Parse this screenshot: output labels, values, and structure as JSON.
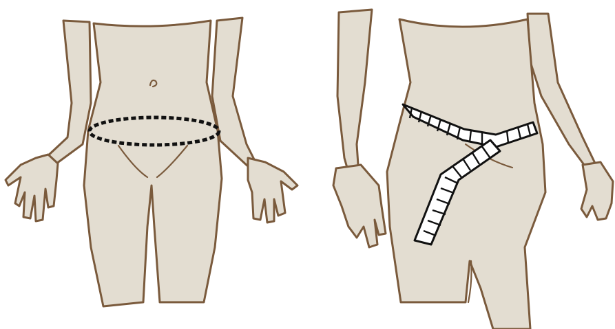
{
  "colors": {
    "skin": "#e3ddd1",
    "outline": "#7a5a3c",
    "measure_line": "#111111",
    "tape_fill": "#ffffff",
    "tape_stroke": "#111111"
  },
  "figures": [
    {
      "view": "front",
      "marker": "dotted-waist-loop"
    },
    {
      "view": "side",
      "marker": "measuring-tape"
    }
  ]
}
